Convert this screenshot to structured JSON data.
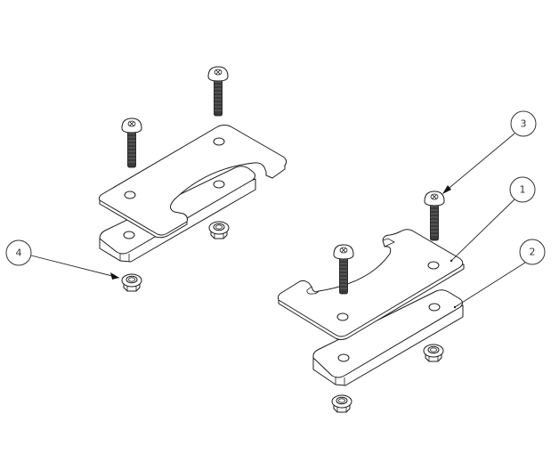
{
  "drawing": {
    "type": "exploded-assembly",
    "view": "isometric",
    "background": "#ffffff",
    "line_color": "#1a1a1a"
  },
  "balloons": [
    {
      "id": "balloon-1",
      "label": "1",
      "part": "top-plate-bracket"
    },
    {
      "id": "balloon-2",
      "label": "2",
      "part": "spacer-bar"
    },
    {
      "id": "balloon-3",
      "label": "3",
      "part": "button-head-screw"
    },
    {
      "id": "balloon-4",
      "label": "4",
      "part": "flange-nut"
    }
  ],
  "assemblies": [
    {
      "name": "left-assembly",
      "parts": [
        "screw",
        "screw",
        "top-plate",
        "spacer-bar",
        "flange-nut",
        "flange-nut"
      ]
    },
    {
      "name": "right-assembly",
      "parts": [
        "screw",
        "screw",
        "top-plate",
        "spacer-bar",
        "flange-nut",
        "flange-nut"
      ]
    }
  ]
}
